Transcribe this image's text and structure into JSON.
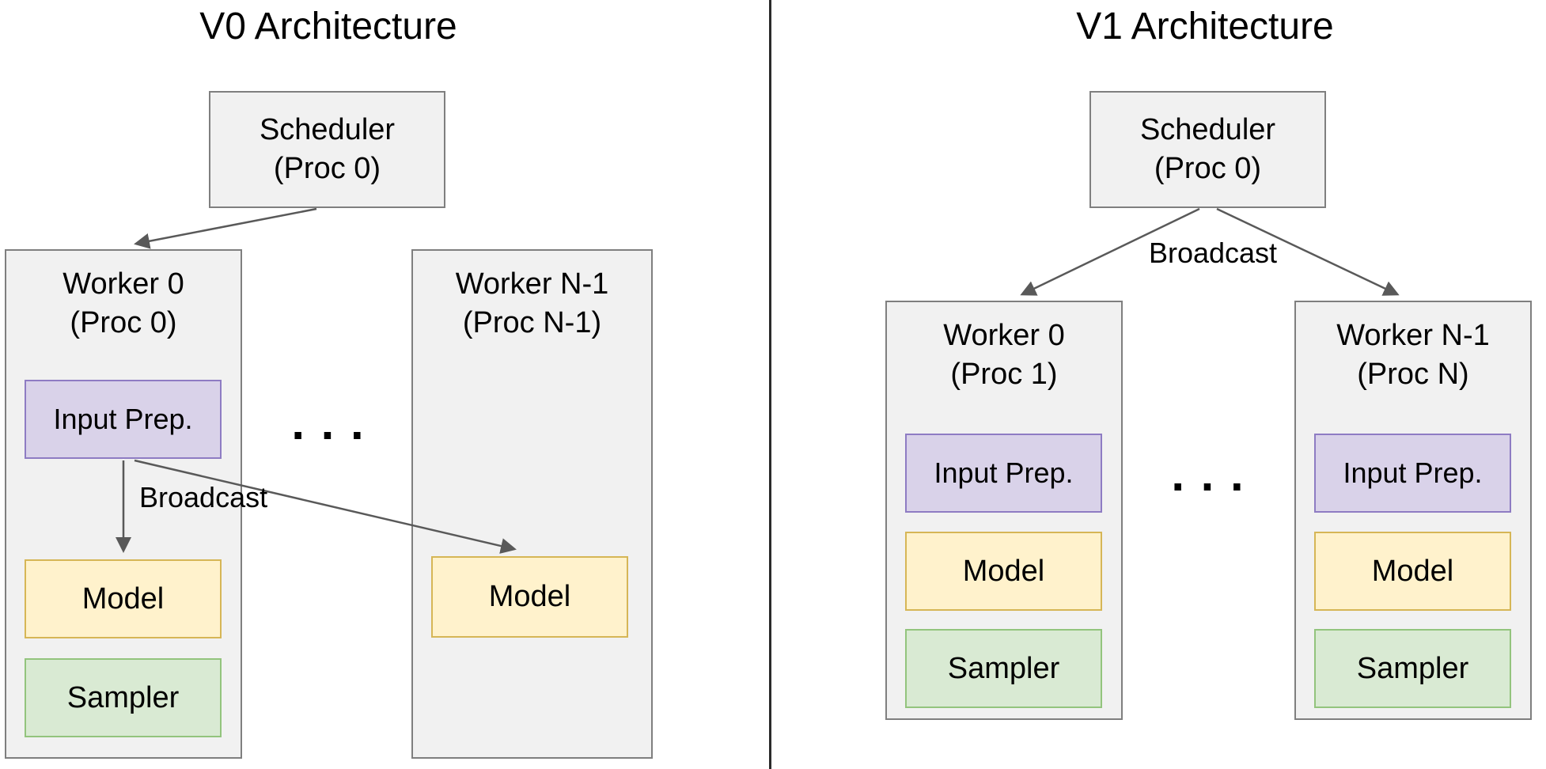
{
  "colors": {
    "bg": "#ffffff",
    "text": "#000000",
    "box-gray-fill": "#f1f1f1",
    "box-gray-border": "#7f7f7f",
    "purple-fill": "#d9d2e9",
    "purple-border": "#8e7cc3",
    "yellow-fill": "#fff2cc",
    "yellow-border": "#d6b656",
    "green-fill": "#d9ead3",
    "green-border": "#93c47d",
    "arrow": "#595959",
    "divider": "#2b2b2b"
  },
  "left": {
    "title": "V0 Architecture",
    "scheduler": {
      "name": "Scheduler",
      "proc": "(Proc 0)"
    },
    "worker0": {
      "name": "Worker 0",
      "proc": "(Proc 0)"
    },
    "workerN": {
      "name": "Worker N-1",
      "proc": "(Proc N-1)"
    },
    "worker0_components": {
      "input_prep": "Input Prep.",
      "model": "Model",
      "sampler": "Sampler"
    },
    "workerN_components": {
      "model": "Model"
    },
    "broadcast_label": "Broadcast",
    "dots": ". . ."
  },
  "right": {
    "title": "V1 Architecture",
    "scheduler": {
      "name": "Scheduler",
      "proc": "(Proc 0)"
    },
    "broadcast_label": "Broadcast",
    "worker0": {
      "name": "Worker 0",
      "proc": "(Proc 1)"
    },
    "workerN": {
      "name": "Worker N-1",
      "proc": "(Proc N)"
    },
    "worker0_components": {
      "input_prep": "Input Prep.",
      "model": "Model",
      "sampler": "Sampler"
    },
    "workerN_components": {
      "input_prep": "Input Prep.",
      "model": "Model",
      "sampler": "Sampler"
    },
    "dots": ". . ."
  }
}
